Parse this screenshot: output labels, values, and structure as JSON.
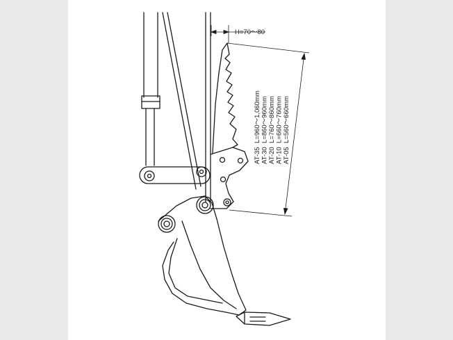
{
  "dimension_top": "H=70〜80",
  "models": [
    {
      "model": "AT-35",
      "length": "L=960〜1,060mm"
    },
    {
      "model": "AT-30",
      "length": "L=860〜960mm"
    },
    {
      "model": "AT-20",
      "length": "L=760〜860mm"
    },
    {
      "model": "AT-10",
      "length": "L=660〜760mm"
    },
    {
      "model": "AT-05",
      "length": "L=560〜660mm"
    }
  ],
  "colors": {
    "stroke": "#1a1a1a",
    "background": "#e9e9e9",
    "panel": "#ffffff"
  }
}
